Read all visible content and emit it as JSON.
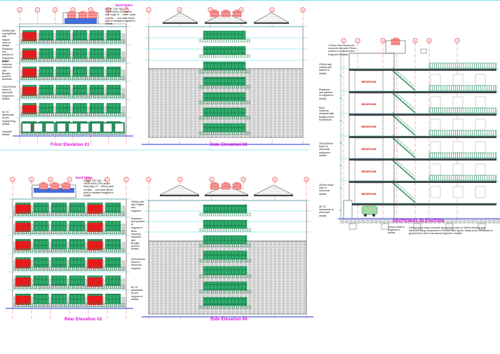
{
  "drawing": {
    "front_title": "Front Elevation 01",
    "side_title_1": "Side Elevation 02",
    "rear_title": "Rear Elevation 03",
    "side_title_2": "Side Elevation 04",
    "section_title": "SECTIONAL ELEVATION",
    "roof_note_heading": "Roof Notes",
    "roof_note_body": "ROOF TOP SAL. 17 GROSSING 25% above slab edge of ... Other notes on slab ... roof clear vision plan of resistant engineer's details",
    "room_label": "BEDROOM",
    "front_left_notes": [
      "200thk wall coping(Pink) with feature color to details",
      "Plastered and painted to engineer's details",
      "Brick masonry windows with Burglar-proof fit windows",
      "200x200mm frame to structural Engineer's details",
      "Mr 75 balustrade as per engineering details",
      "Handrail details"
    ],
    "rear_right_notes": [
      "200thk wall with Plaster and engineer",
      "Plastered and painted to engineer's",
      "Brick masonry windows with Burglar-proof to details",
      "200x200mm frame to structural engineer",
      "Mr 75 balustrade as per engineer's details"
    ],
    "section_left_notes": [
      "200thk wall coping with feature to details",
      "Plastered and painted to engineer's details",
      "Brick masonry windows with burglar-proof fit windows",
      "200x200mm frame to structural engineer's details",
      "200mm thick slab to structural details",
      "Mr 75 balustrade to structural details"
    ],
    "section_top_note": "175mm thick reinforced concrete slab with 75mm screed to structural and Engineer's details",
    "section_bottom_note": "200mm thick mass concrete ground floor slab on 50mm blinding and hardcore filling compacted in 150mm thick layers, damp proof membrane to ground floor slab to structural engineer's details",
    "slab_callout": "Ground Slab to Engineer's details",
    "grid_labels": [
      "1",
      "2",
      "3",
      "4",
      "5",
      "6",
      "7",
      "8"
    ]
  },
  "colors": {
    "window_green": "#1f8a55",
    "accent_red": "#e51b1b",
    "cyan_grid": "#00c8d8",
    "blue_ground": "#2233dd",
    "magenta_title": "#e000e0",
    "brick_gray": "#9a9a9a"
  }
}
